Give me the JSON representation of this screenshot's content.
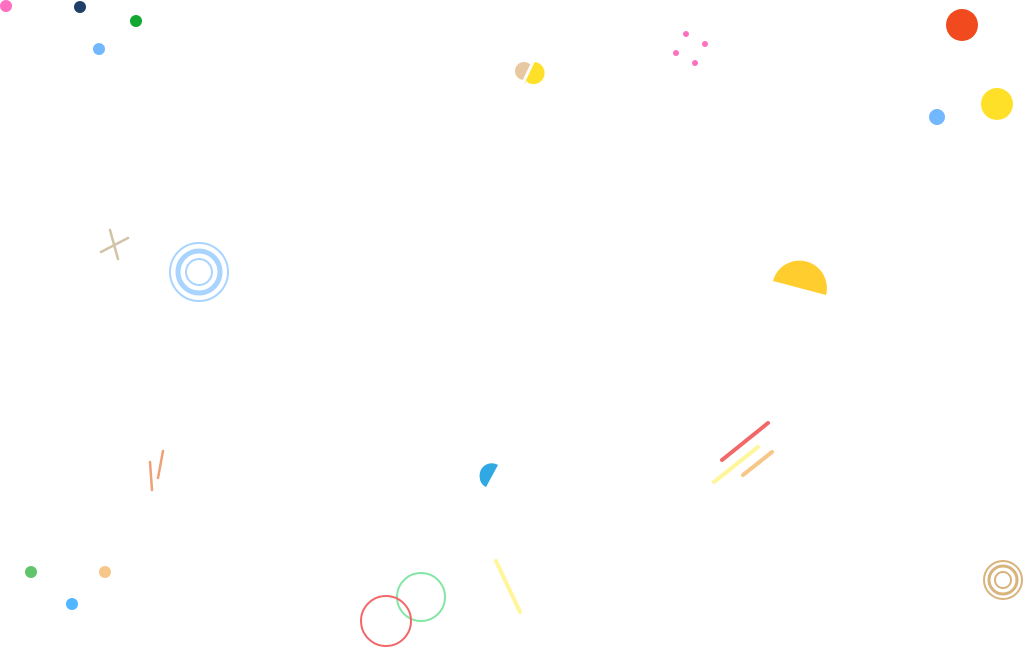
{
  "palette": {
    "background": "#ffffff",
    "pink": "#ff6fc1",
    "navy": "#1e3f66",
    "green": "#12a832",
    "light_blue": "#72b8ff",
    "orange_red": "#f04a1e",
    "yellow": "#ffe029",
    "tan": "#e8c8a0",
    "gold": "#ffcd2e",
    "sky_blue": "#2fa8e3",
    "coral": "#f26868",
    "pale_yellow": "#fff59a",
    "peach": "#f7c78a",
    "mint": "#84e6a4",
    "soft_green": "#62c46a",
    "cornflower": "#a9d4ff",
    "bronze": "#d9b37c",
    "salmon": "#f0a078",
    "khaki": "#d2c3a6"
  },
  "decorations": [
    "dot",
    "dot",
    "dot",
    "dot",
    "dot",
    "dot",
    "dot",
    "dot",
    "dot",
    "dot",
    "split-dot",
    "dot-cluster",
    "cross",
    "concentric-rings",
    "concentric-rings",
    "half-disc",
    "quarter-disc",
    "slash-lines",
    "slash-lines",
    "slash-line",
    "ring",
    "ring"
  ]
}
